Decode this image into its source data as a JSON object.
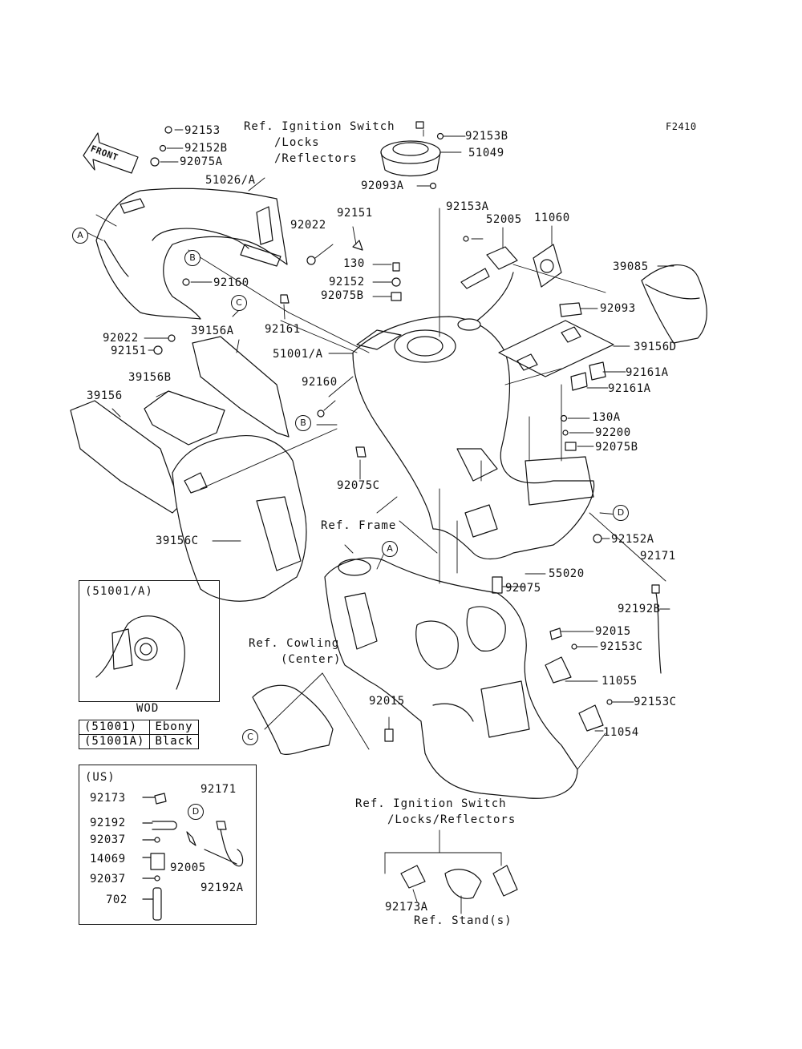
{
  "figure_code": "F2410",
  "front_label": "FRONT",
  "refs": {
    "ignition_top": [
      "Ref. Ignition Switch",
      "/Locks",
      "/Reflectors"
    ],
    "frame": "Ref. Frame",
    "cowling": [
      "Ref. Cowling",
      "(Center)"
    ],
    "ignition_bottom": [
      "Ref. Ignition Switch",
      "/Locks/Reflectors"
    ],
    "stand": "Ref. Stand(s)"
  },
  "parts": {
    "p92153": "92153",
    "p92152B_top": "92152B",
    "p92075A": "92075A",
    "p51026A": "51026/A",
    "p92022_top": "92022",
    "p92151_top": "92151",
    "p130": "130",
    "p92152": "92152",
    "p92075B_top": "92075B",
    "p92160_top": "92160",
    "p92161": "92161",
    "p39156A": "39156A",
    "p92022_left": "92022",
    "p92151_left": "92151",
    "p51001A": "51001/A",
    "p39156B": "39156B",
    "p39156": "39156",
    "p92160_mid": "92160",
    "p92075C": "92075C",
    "p39156C": "39156C",
    "p92153B": "92153B",
    "p51049": "51049",
    "p92093A": "92093A",
    "p92153A": "92153A",
    "p52005": "52005",
    "p11060": "11060",
    "p39085": "39085",
    "p92093": "92093",
    "p39156D": "39156D",
    "p92161A_1": "92161A",
    "p92161A_2": "92161A",
    "p130A": "130A",
    "p92200": "92200",
    "p92075B_right": "92075B",
    "p92152A": "92152A",
    "p92171_right": "92171",
    "p55020": "55020",
    "p92075": "92075",
    "p92192B": "92192B",
    "p92015_right": "92015",
    "p92153C_1": "92153C",
    "p11055": "11055",
    "p92153C_2": "92153C",
    "p11054": "11054",
    "p92015_mid": "92015",
    "p92173A": "92173A"
  },
  "callouts": {
    "A_left": "A",
    "B_top": "B",
    "C_top": "C",
    "B_mid": "B",
    "D_right": "D",
    "A_frame": "A",
    "C_bottom": "C",
    "D_us": "D"
  },
  "inset_51001": {
    "title": "(51001/A)",
    "caption": "WOD",
    "rows": [
      {
        "code": "(51001)",
        "color": "Ebony"
      },
      {
        "code": "(51001A)",
        "color": "Black"
      }
    ]
  },
  "us_box": {
    "title": "(US)",
    "parts": {
      "p92173": "92173",
      "p92192": "92192",
      "p92037_1": "92037",
      "p14069": "14069",
      "p92037_2": "92037",
      "p702": "702",
      "p92171": "92171",
      "p92005": "92005",
      "p92192A": "92192A"
    }
  }
}
